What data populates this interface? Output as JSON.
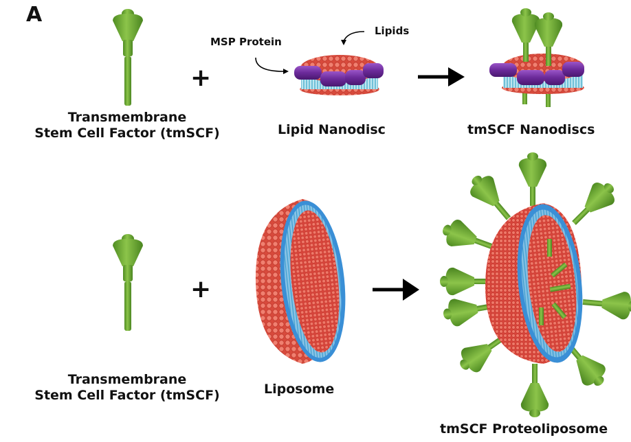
{
  "panel": {
    "letter": "A"
  },
  "row1": {
    "reactant_label_line1": "Transmembrane",
    "reactant_label_line2": "Stem Cell Factor (tmSCF)",
    "operator": "+",
    "carrier_label": "Lipid Nanodisc",
    "annotation_msp": "MSP Protein",
    "annotation_lipids": "Lipids",
    "product_label": "tmSCF Nanodiscs"
  },
  "row2": {
    "reactant_label_line1": "Transmembrane",
    "reactant_label_line2": "Stem Cell Factor (tmSCF)",
    "operator": "+",
    "carrier_label": "Liposome",
    "product_label": "tmSCF Proteoliposome"
  },
  "colors": {
    "protein_green": "#6aa834",
    "protein_dark": "#3f7a1c",
    "lipid_head": "#e8604f",
    "lipid_tail": "#3a8fd6",
    "msp_purple": "#6b2a9a",
    "arrow": "#000000"
  }
}
